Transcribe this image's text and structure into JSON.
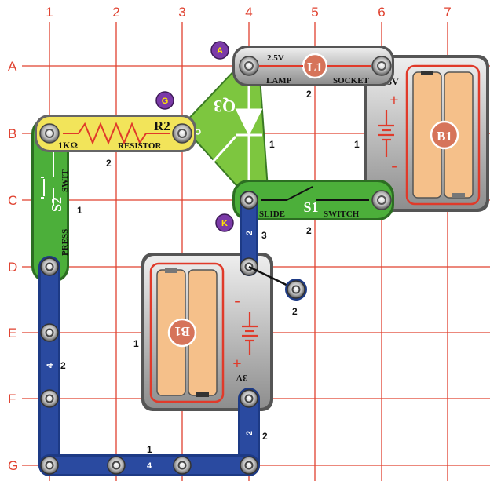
{
  "grid": {
    "columns": [
      "1",
      "2",
      "3",
      "4",
      "5",
      "6",
      "7"
    ],
    "rows": [
      "A",
      "B",
      "C",
      "D",
      "E",
      "F",
      "G"
    ]
  },
  "parts": {
    "lamp": {
      "label": "L1",
      "voltage": "2.5V",
      "text_left": "LAMP",
      "text_right": "SOCKET",
      "level": "2"
    },
    "resistor": {
      "label": "R2",
      "value": "1KΩ",
      "text": "RESISTOR",
      "level": "2"
    },
    "scr": {
      "label": "Q3",
      "level": "1",
      "pin_anode": "A",
      "pin_gate": "G",
      "pin_cathode": "K"
    },
    "battery_top": {
      "label": "B1",
      "voltage": "3V",
      "plus": "+",
      "minus": "-",
      "level": "1"
    },
    "slide_switch": {
      "label": "S1",
      "text_left": "SLIDE",
      "text_right": "SWITCH",
      "level": "2"
    },
    "press_switch": {
      "label": "S2",
      "text_left": "PRESS",
      "text_right": "SWIT",
      "level": "1"
    },
    "battery_center": {
      "label": "B1",
      "voltage": "3V",
      "plus": "+",
      "minus": "-",
      "level": "1"
    },
    "wire_c4_d4": {
      "count": "2",
      "level": "3"
    },
    "jumper_d4": {
      "count": "1",
      "level": "2"
    },
    "wire_left_vertical": {
      "count": "4",
      "level": "2"
    },
    "wire_bottom": {
      "count": "4",
      "level": "1"
    },
    "wire_f4_g4": {
      "count": "2",
      "level": "2"
    }
  },
  "colors": {
    "grid": "#e0412f",
    "snap_blue": "#2a4aa0",
    "green_part": "#4caf3a",
    "yellow_part": "#f2e45a",
    "gray_part": "#b8b8b8",
    "battery_cell": "#f5c08a",
    "scr_green": "#7dc63f"
  }
}
